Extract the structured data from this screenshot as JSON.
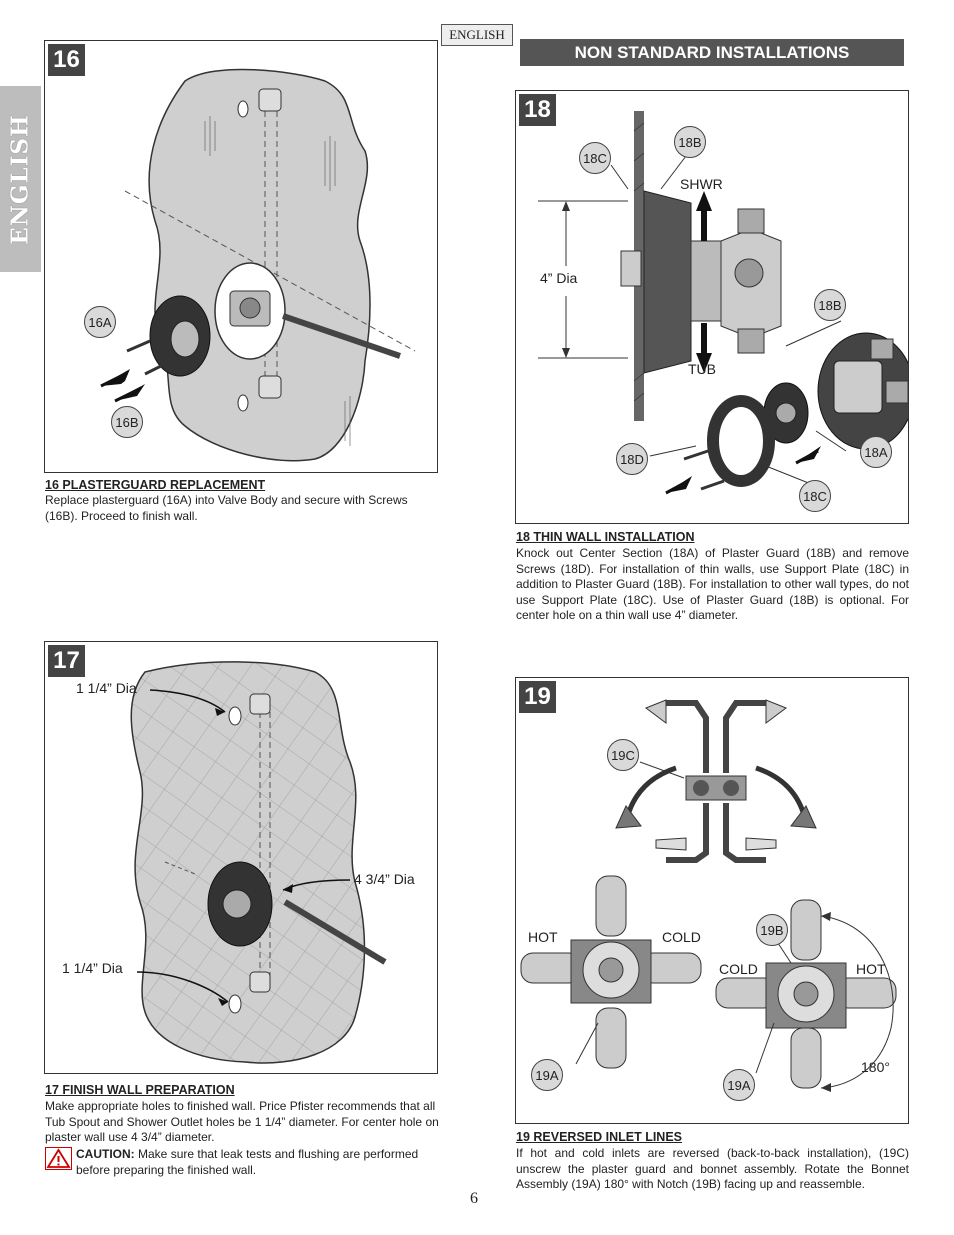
{
  "side_tab": "ENGLISH",
  "lang_box": "ENGLISH",
  "section_title": "NON STANDARD INSTALLATIONS",
  "fig16": {
    "number": "16",
    "callouts": [
      "16A",
      "16B"
    ],
    "title": "16  PLASTERGUARD REPLACEMENT",
    "text": "Replace plasterguard (16A) into Valve Body and secure with Screws (16B). Proceed to finish wall."
  },
  "fig17": {
    "number": "17",
    "label_top": "1 1/4” Dia",
    "label_mid": "4 3/4” Dia",
    "label_bottom": "1 1/4” Dia",
    "title": "17   FINISH WALL PREPARATION",
    "text": "Make appropriate holes to finished wall.  Price Pfister recommends that all Tub Spout and Shower Outlet holes be 1 1/4”  diameter.  For center hole on plaster wall use 4 3/4” diameter.",
    "caution_word": "CAUTION:",
    "caution_text": "Make sure that leak tests and flushing are performed before preparing the finished wall."
  },
  "fig18": {
    "number": "18",
    "callouts": [
      "18C",
      "18B",
      "18B",
      "18A",
      "18D",
      "18C"
    ],
    "label_shwr": "SHWR",
    "label_tub": "TUB",
    "label_dia": "4” Dia",
    "title": "18  THIN WALL INSTALLATION",
    "text": "Knock out Center Section (18A) of Plaster Guard (18B) and remove Screws (18D).  For installation of thin walls, use Support Plate (18C) in addition to Plaster Guard (18B).  For installation to other wall types, do not use Support Plate (18C).  Use of Plaster Guard (18B) is optional.  For center hole on a thin wall use 4” diameter."
  },
  "fig19": {
    "number": "19",
    "callouts": [
      "19C",
      "19B",
      "19A",
      "19A"
    ],
    "left_hot": "HOT",
    "left_cold": "COLD",
    "right_cold": "COLD",
    "right_hot": "HOT",
    "angle": "180°",
    "title": "19   REVERSED INLET LINES",
    "text": "If hot and cold inlets are reversed (back-to-back installation), (19C) unscrew the plaster guard and bonnet assembly.  Rotate the Bonnet Assembly (19A) 180° with Notch (19B) facing up and reassemble."
  },
  "page_number": "6"
}
